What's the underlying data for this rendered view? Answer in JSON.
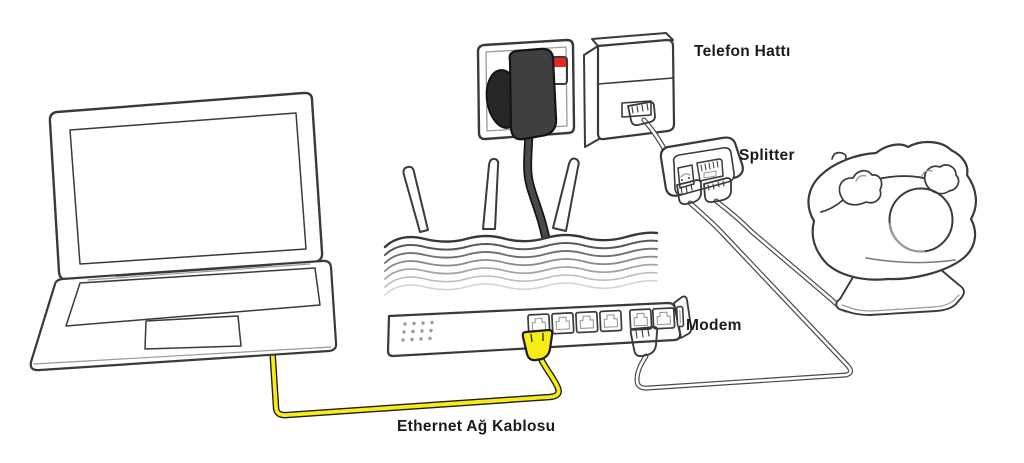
{
  "diagram": {
    "labels": {
      "telefon_hatti": "Telefon Hattı",
      "splitter": "Splitter",
      "modem": "Modem",
      "ethernet_kablosu": "Ethernet Ağ Kablosu"
    },
    "components": [
      "laptop",
      "ethernet-cable",
      "modem",
      "power-outlet",
      "power-adapter",
      "power-cable",
      "telephone-wall-socket",
      "telephone-line-cable",
      "splitter",
      "splitter-to-modem-cable",
      "splitter-to-phone-cable",
      "telephone"
    ],
    "colors": {
      "line": "#3a3a3a",
      "line_soft": "#9a9a9a",
      "cable_yellow": "#f7ec13",
      "cable_outline": "#1c1c1c",
      "indicator_red": "#e8281e",
      "adapter_body": "#3f3f3f",
      "adapter_shadow": "#262626",
      "background": "#ffffff",
      "label_text": "#1b1b1b"
    }
  }
}
